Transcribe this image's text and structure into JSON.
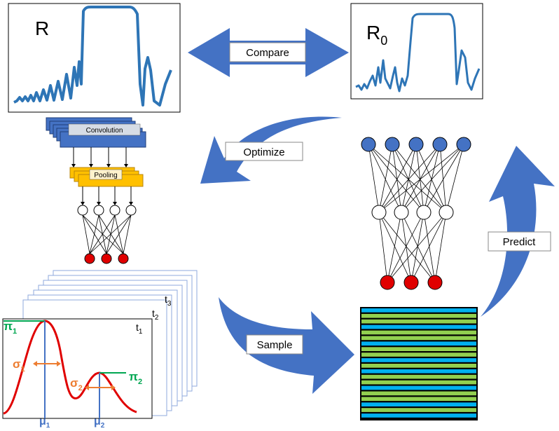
{
  "labels": {
    "r": "R",
    "r0_base": "R",
    "r0_sub": "0",
    "compare": "Compare",
    "optimize": "Optimize",
    "predict": "Predict",
    "sample": "Sample",
    "convolution": "Convolution",
    "pooling": "Pooling",
    "t1_base": "t",
    "t1_sub": "1",
    "t2_base": "t",
    "t2_sub": "2",
    "t3_base": "t",
    "t3_sub": "3",
    "pi1_base": "π",
    "pi1_sub": "1",
    "pi2_base": "π",
    "pi2_sub": "2",
    "sigma1_base": "σ",
    "sigma1_sub": "1",
    "sigma2_base": "σ",
    "sigma2_sub": "2",
    "mu1_base": "μ",
    "mu1_sub": "1",
    "mu2_base": "μ",
    "mu2_sub": "2"
  },
  "colors": {
    "arrow": "#4472c4",
    "curve": "#2e75b6",
    "conv": "#4472c4",
    "pool": "#ffc000",
    "neuron_out": "#e00000",
    "neuron_in_blue": "#4472c4",
    "gauss": "#e00000",
    "pi": "#00a651",
    "sigma": "#ed7d31",
    "mu": "#4472c4",
    "stripe_green": "#92d050",
    "stripe_blue": "#00b0f0"
  }
}
